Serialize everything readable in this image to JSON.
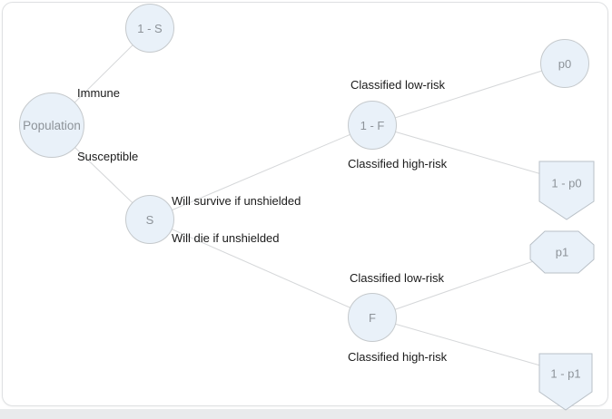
{
  "diagram": {
    "nodes": {
      "population": "Population",
      "immune_node": "1 - S",
      "susceptible_node": "S",
      "survive_node": "1 - F",
      "die_node": "F",
      "p0_node": "p0",
      "p1_node": "p1",
      "one_minus_p0_node": "1 - p0",
      "one_minus_p1_node": "1 - p1"
    },
    "edges": {
      "immune": "Immune",
      "susceptible": "Susceptible",
      "will_survive": "Will survive if unshielded",
      "will_die": "Will die if unshielded",
      "classified_low_risk_survive": "Classified low-risk",
      "classified_high_risk_survive": "Classified high-risk",
      "classified_low_risk_die": "Classified low-risk",
      "classified_high_risk_die": "Classified high-risk"
    },
    "colors": {
      "node_fill": "#e9f1f9",
      "node_stroke": "#c5c9cc",
      "polygon_stroke": "#b9c0c7",
      "node_text": "#8d9399",
      "edge_line": "#d5d7d9",
      "edge_label_text": "#1a1a1a",
      "card_border": "#dee0e2",
      "bottom_strip": "#e9ebec"
    }
  }
}
